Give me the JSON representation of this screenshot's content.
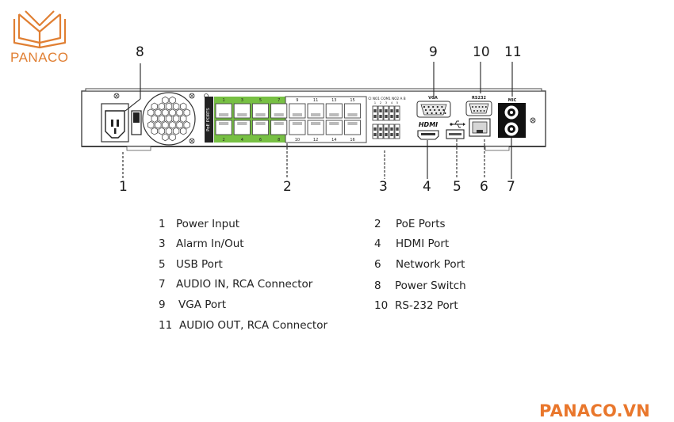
{
  "logo": {
    "text": "PANACO",
    "icon": "open-book-logo-icon",
    "color": "#e07f33"
  },
  "brand_url": "PANACO.VN",
  "brand_color": "#e9772c",
  "device": {
    "poe_label": "PoE PORTS",
    "port_top_numbers": [
      "1",
      "3",
      "5",
      "7",
      "9",
      "11",
      "13",
      "15"
    ],
    "port_bottom_numbers": [
      "2",
      "4",
      "6",
      "8",
      "10",
      "12",
      "14",
      "16"
    ],
    "alarm_header": "CI NO1 COM1 NO2 A B",
    "alarm_numbers": [
      "1",
      "2",
      "3",
      "4",
      "5"
    ],
    "vga_label": "VGA",
    "rs232_label": "RS232",
    "mic_label": "MIC",
    "hdmi_label": "HDMI",
    "usb_icon": "usb-icon",
    "poe_color": "#77c043"
  },
  "callouts_top": [
    "8",
    "9",
    "10",
    "11"
  ],
  "callouts_bottom": [
    "1",
    "2",
    "3",
    "4",
    "5",
    "6",
    "7"
  ],
  "legend": [
    {
      "num": "1",
      "label": "Power Input"
    },
    {
      "num": "2",
      "label": "PoE Ports"
    },
    {
      "num": "3",
      "label": "Alarm In/Out"
    },
    {
      "num": "4",
      "label": "HDMI Port"
    },
    {
      "num": "5",
      "label": "USB Port"
    },
    {
      "num": "6",
      "label": "Network Port"
    },
    {
      "num": "7",
      "label": "AUDIO IN, RCA Connector"
    },
    {
      "num": "8",
      "label": "Power Switch"
    },
    {
      "num": "9",
      "label": "VGA Port"
    },
    {
      "num": "10",
      "label": "RS-232 Port"
    },
    {
      "num": "11",
      "label": "AUDIO OUT, RCA Connector"
    }
  ]
}
